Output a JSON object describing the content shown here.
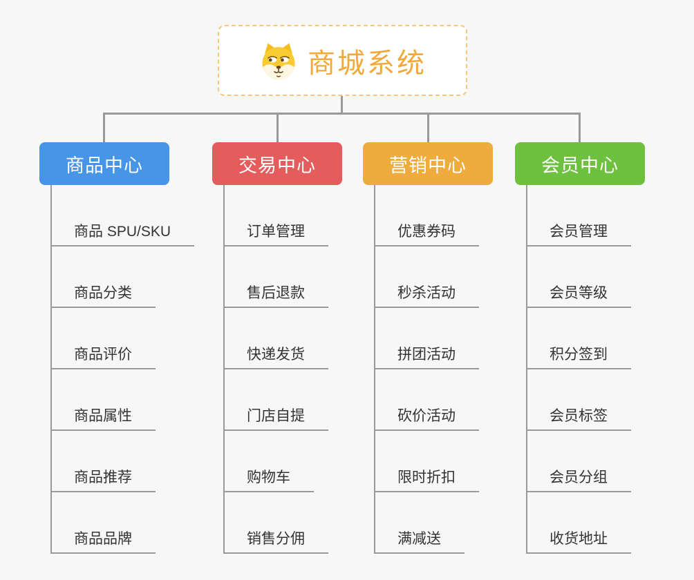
{
  "diagram": {
    "background": "#F7F7F7",
    "connector_color": "#999999",
    "leaf_text_color": "#333333"
  },
  "root": {
    "title": "商城系统",
    "title_color": "#F2A93C",
    "border_color": "#F6C77A",
    "icon": "dog-icon"
  },
  "branches": [
    {
      "label": "商品中心",
      "color": "#4695E7",
      "items": [
        "商品 SPU/SKU",
        "商品分类",
        "商品评价",
        "商品属性",
        "商品推荐",
        "商品品牌"
      ]
    },
    {
      "label": "交易中心",
      "color": "#E45C5C",
      "items": [
        "订单管理",
        "售后退款",
        "快递发货",
        "门店自提",
        "购物车",
        "销售分佣"
      ]
    },
    {
      "label": "营销中心",
      "color": "#EDAC3C",
      "items": [
        "优惠券码",
        "秒杀活动",
        "拼团活动",
        "砍价活动",
        "限时折扣",
        "满减送"
      ]
    },
    {
      "label": "会员中心",
      "color": "#6EC13E",
      "items": [
        "会员管理",
        "会员等级",
        "积分签到",
        "会员标签",
        "会员分组",
        "收货地址"
      ]
    }
  ]
}
